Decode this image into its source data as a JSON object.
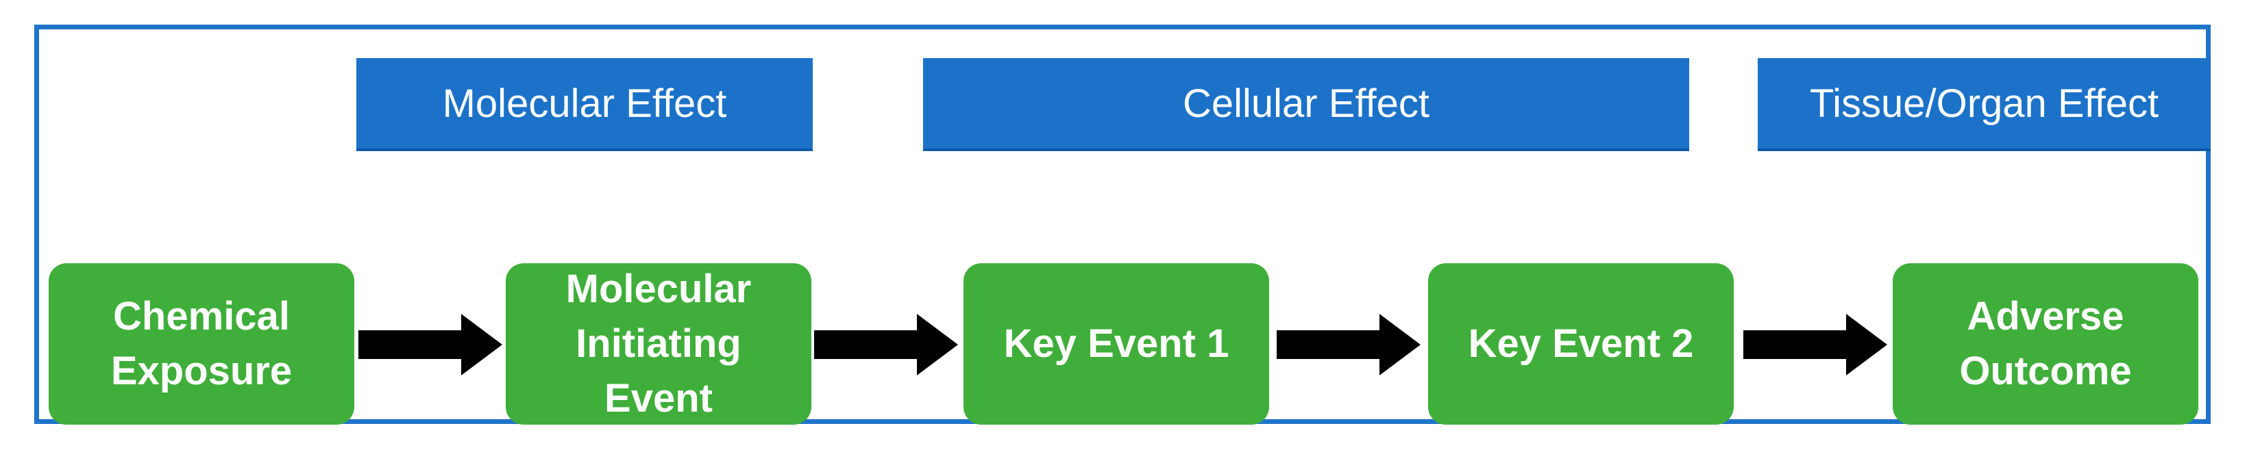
{
  "headers": [
    {
      "label": "Molecular Effect"
    },
    {
      "label": "Cellular Effect"
    },
    {
      "label": "Tissue/Organ Effect"
    }
  ],
  "steps": [
    {
      "lines": [
        "Chemical",
        "Exposure"
      ]
    },
    {
      "lines": [
        "Molecular",
        "Initiating",
        "Event"
      ]
    },
    {
      "lines": [
        "Key Event 1"
      ]
    },
    {
      "lines": [
        "Key Event 2"
      ]
    },
    {
      "lines": [
        "Adverse",
        "Outcome"
      ]
    }
  ],
  "colors": {
    "header_blue": "#1b72c8",
    "frame_blue": "#1f74c9",
    "step_green": "#3fae3a",
    "arrow": "#000000"
  }
}
